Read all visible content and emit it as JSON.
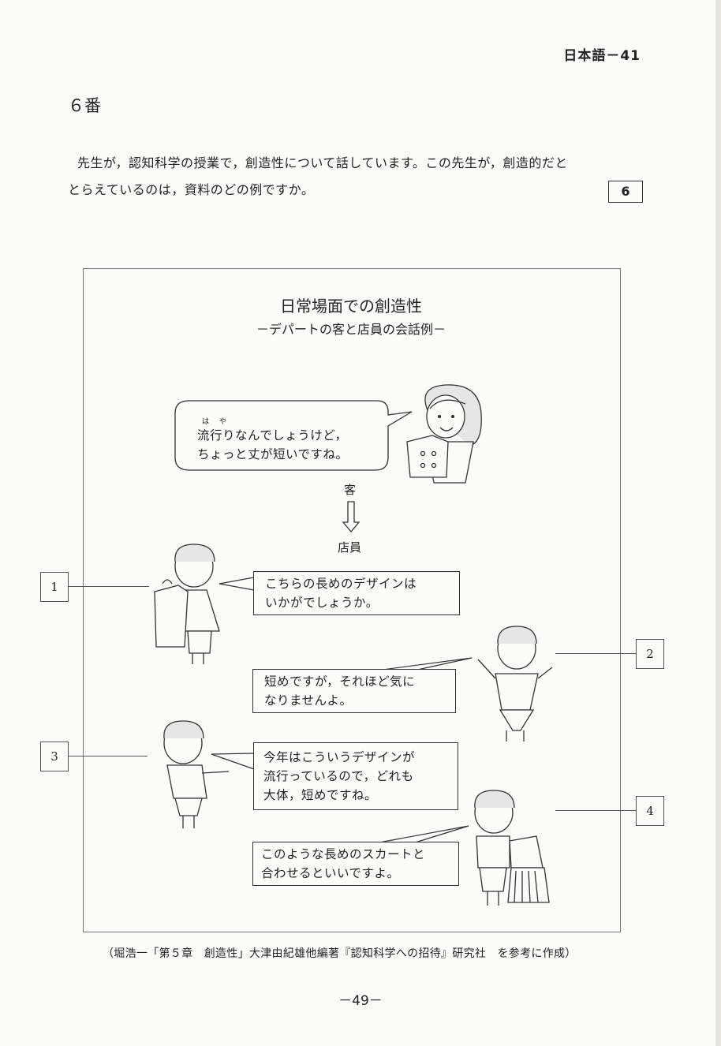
{
  "header": {
    "page_label": "日本語－41"
  },
  "question": {
    "number": "６番",
    "text_line1": "先生が，認知科学の授業で，創造性について話しています。この先生が，創造的だと",
    "text_line2": "とらえているのは，資料のどの例ですか。",
    "answer_number": "6"
  },
  "figure": {
    "title": "日常場面での創造性",
    "subtitle": "－デパートの客と店員の会話例－",
    "customer_bubble": {
      "ruby": "は　や",
      "line1": "流行りなんでしょうけど，",
      "line2": "ちょっと丈が短いですね。"
    },
    "customer_label": "客",
    "staff_label": "店員",
    "options": [
      {
        "number": "1",
        "line1": "こちらの長めのデザインは",
        "line2": "いかがでしょうか。",
        "line3": ""
      },
      {
        "number": "2",
        "line1": "短めですが，それほど気に",
        "line2": "なりませんよ。",
        "line3": ""
      },
      {
        "number": "3",
        "line1": "今年はこういうデザインが",
        "line2": "流行っているので，どれも",
        "line3": "大体，短めですね。"
      },
      {
        "number": "4",
        "line1": "このような長めのスカートと",
        "line2": "合わせるといいですよ。",
        "line3": ""
      }
    ]
  },
  "footer": {
    "citation": "（堀浩一「第５章　創造性」大津由紀雄他編著『認知科学への招待』研究社　を参考に作成）",
    "page_number": "－49－"
  }
}
